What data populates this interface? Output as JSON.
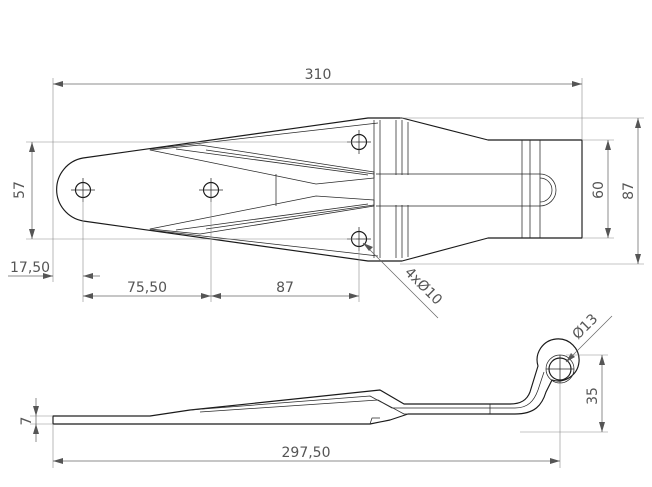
{
  "drawing": {
    "top_view": {
      "dim_overall_length": "310",
      "dim_width_tapered": "57",
      "dim_knuckle_height": "60",
      "dim_overall_height": "87",
      "dim_end_offset": "17,50",
      "dim_hole_spacing_1": "75,50",
      "dim_hole_spacing_2": "87",
      "dim_holes": "4xØ10"
    },
    "side_view": {
      "dim_pin_diameter": "Ø13",
      "dim_rise": "35",
      "dim_thickness": "7",
      "dim_length": "297,50"
    }
  }
}
